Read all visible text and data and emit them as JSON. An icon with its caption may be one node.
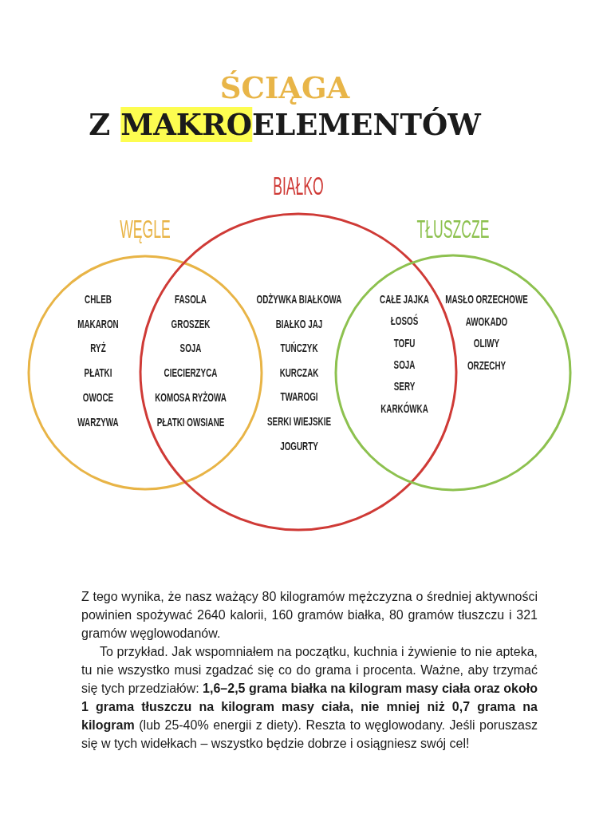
{
  "diagram": {
    "title": "ŚCIĄGA Z **MAKRO**ELEMENTÓW",
    "nodes": [
      {
        "text": [
          "WĘGLE"
        ]
      },
      {
        "text": [
          "BIAŁKO"
        ]
      },
      {
        "text": [
          "TŁUSZCZE"
        ]
      }
    ],
    "labels": [
      "CHLEB",
      "MAKARON",
      "RYŻ",
      "PŁATKI",
      "OWOCE",
      "WARZYWA",
      "FASOLA",
      "GROSZEK",
      "SOJA",
      "CIECIERZYCA",
      "KOMOSA RYŻOWA",
      "PŁATKI OWSIANE",
      "ODŻYWKA BIAŁKOWA",
      "BIAŁKO JAJ",
      "TUŃCZYK",
      "KURCZAK",
      "TWAROGI",
      "SERKI WIEJSKIE",
      "JOGURTY",
      "CAŁE JAJKA",
      "ŁOSOŚ",
      "TOFU",
      "SOJA",
      "SERY",
      "KARKÓWKA",
      "MASŁO ORZECHOWE",
      "AWOKADO",
      "OLIWY",
      "ORZECHY",
      "Z tego wynika, że nasz ważący 80 kilogramów mężczyzna o średniej aktywności powinien spożywać 2640 kalorii, 160 gramów białka, 80 gramów tłuszczu i 321 gramów węglowodanów.",
      "To przykład. Jak wspomniałem na początku, kuchnia i żywienie to nie apteka, tu nie wszystko musi zgadzać się co do grama i procenta. Ważne, aby trzymać się tych przedziałów: **1,6–2,5 grama białka na kilogram masy ciała oraz około 1 grama tłuszczu na kilogram masy ciała, nie mniej niż 0,7 grama na kilogram** (lub 25-40% energii z diety). Reszta to węglowodany. Jeśli poruszasz się w tych widełkach – wszystko będzie dobrze i osiągniesz swój cel!"
    ]
  }
}
